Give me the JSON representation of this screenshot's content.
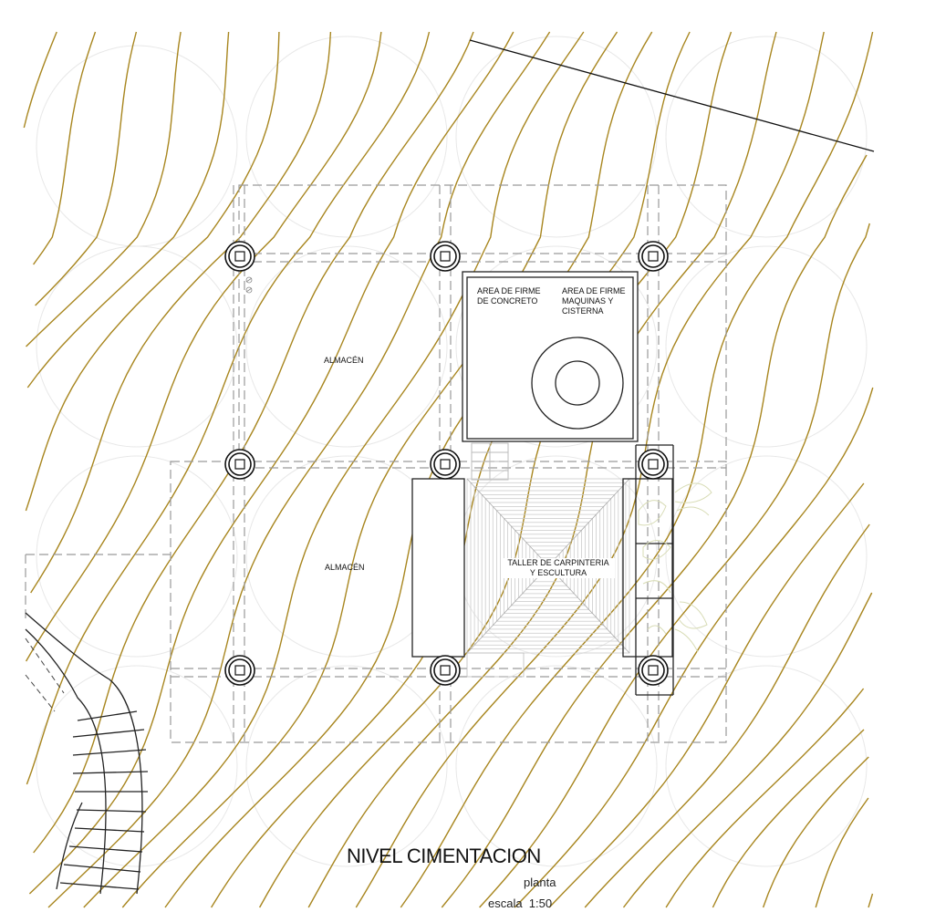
{
  "drawing": {
    "title": "NIVEL CIMENTACION",
    "view": "planta",
    "scale": "escala  1:50",
    "labels": {
      "almacen_upper": "ALMACÉN",
      "almacen_lower": "ALMACÉN",
      "firme_concreto": [
        "AREA DE FIRME",
        "DE CONCRETO"
      ],
      "firme_maquinas": [
        "AREA DE FIRME",
        "MAQUINAS Y",
        "CISTERNA"
      ],
      "taller": [
        "TALLER DE CARPINTERIA",
        "Y ESCULTURA"
      ]
    }
  },
  "colors": {
    "contour": "#a8861f",
    "structure": "#222222",
    "dashed_outline": "#9a9a9a",
    "faint_circles": "#e6e6e6",
    "vegetation": "#dfe3c2"
  }
}
